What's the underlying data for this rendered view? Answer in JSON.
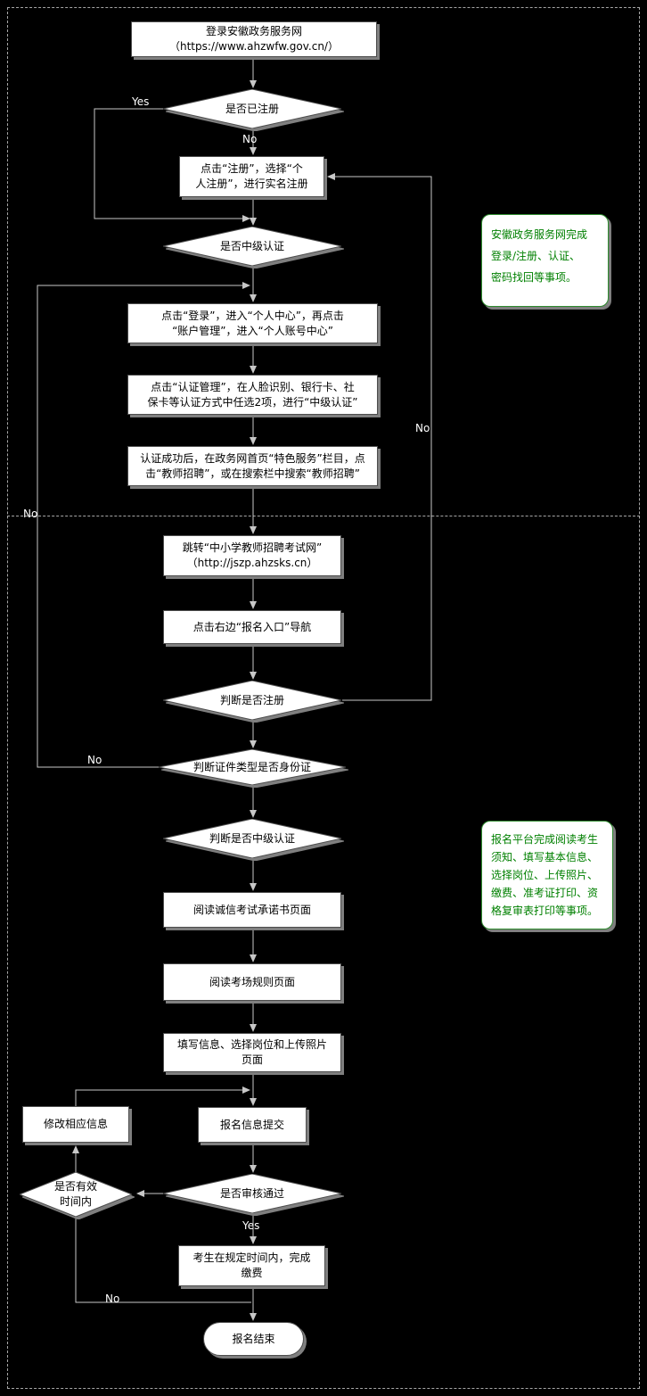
{
  "colors": {
    "background": "#000000",
    "shape_fill": "#ffffff",
    "shape_text": "#000000",
    "connector": "#c8c8c8",
    "edge_label_text": "#ffffff",
    "annotation_border": "#2e8b2e",
    "annotation_text": "#008000",
    "shadow": "#7f7f7f",
    "lane_border": "#a6a6a6"
  },
  "nodes": {
    "login": {
      "type": "process",
      "label": "登录安徽政务服务网\n（https://www.ahzwfw.gov.cn/）"
    },
    "is_registered": {
      "type": "decision",
      "label": "是否已注册"
    },
    "register": {
      "type": "process",
      "label": "点击“注册”，选择“个\n人注册”，进行实名注册"
    },
    "is_mid_auth": {
      "type": "decision",
      "label": "是否中级认证"
    },
    "login_center": {
      "type": "process",
      "label": "点击“登录”，进入“个人中心”，再点击\n“账户管理”，进入“个人账号中心”"
    },
    "auth_mgmt": {
      "type": "process",
      "label": "点击“认证管理”，在人脸识别、银行卡、社\n保卡等认证方式中任选2项，进行“中级认证”"
    },
    "auth_success": {
      "type": "process",
      "label": "认证成功后，在政务网首页“特色服务”栏目，点\n击“教师招聘”，或在搜索栏中搜索“教师招聘”"
    },
    "jump_site": {
      "type": "process",
      "label": "跳转“中小学教师招聘考试网”\n（http://jszp.ahzsks.cn）"
    },
    "entry_nav": {
      "type": "process",
      "label": "点击右边“报名入口”导航"
    },
    "check_registered": {
      "type": "decision",
      "label": "判断是否注册"
    },
    "check_id_type": {
      "type": "decision",
      "label": "判断证件类型是否身份证"
    },
    "check_mid_auth": {
      "type": "decision",
      "label": "判断是否中级认证"
    },
    "read_promise": {
      "type": "process",
      "label": "阅读诚信考试承诺书页面"
    },
    "read_rules": {
      "type": "process",
      "label": "阅读考场规则页面"
    },
    "fill_info": {
      "type": "process",
      "label": "填写信息、选择岗位和上传照片\n页面"
    },
    "modify_info": {
      "type": "process",
      "label": "修改相应信息"
    },
    "submit_info": {
      "type": "process",
      "label": "报名信息提交"
    },
    "valid_time": {
      "type": "decision",
      "label": "是否有效\n时间内"
    },
    "review_pass": {
      "type": "decision",
      "label": "是否审核通过"
    },
    "pay_fee": {
      "type": "process",
      "label": "考生在规定时间内，完成\n缴费"
    },
    "end": {
      "type": "terminator",
      "label": "报名结束"
    }
  },
  "edge_labels": {
    "yes_registered": "Yes",
    "no_registered": "No",
    "no_check_registered": "No",
    "no_check_id": "No",
    "no_check_id_2": "No",
    "yes_review": "Yes",
    "no_valid_time": "No"
  },
  "annotations": {
    "gov_note": "安徽政务服务网完成\n登录/注册、认证、\n密码找回等事项。",
    "platform_note": "报名平台完成阅读考生\n须知、填写基本信息、\n选择岗位、上传照片、\n缴费、准考证打印、资\n格复审表打印等事项。"
  }
}
